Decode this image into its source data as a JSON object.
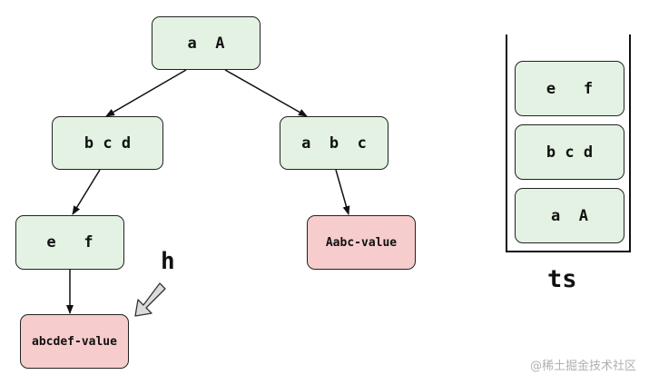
{
  "tree": {
    "root": "a  A",
    "left": "b c d",
    "right": "a  b  c",
    "left_left": "e   f",
    "leaf_left": "abcdef-value",
    "leaf_right": "Aabc-value"
  },
  "pointer_label": "h",
  "stack": {
    "label": "ts",
    "items": [
      "e   f",
      "b c d",
      "a  A"
    ]
  },
  "watermark": "@稀土掘金技术社区"
}
